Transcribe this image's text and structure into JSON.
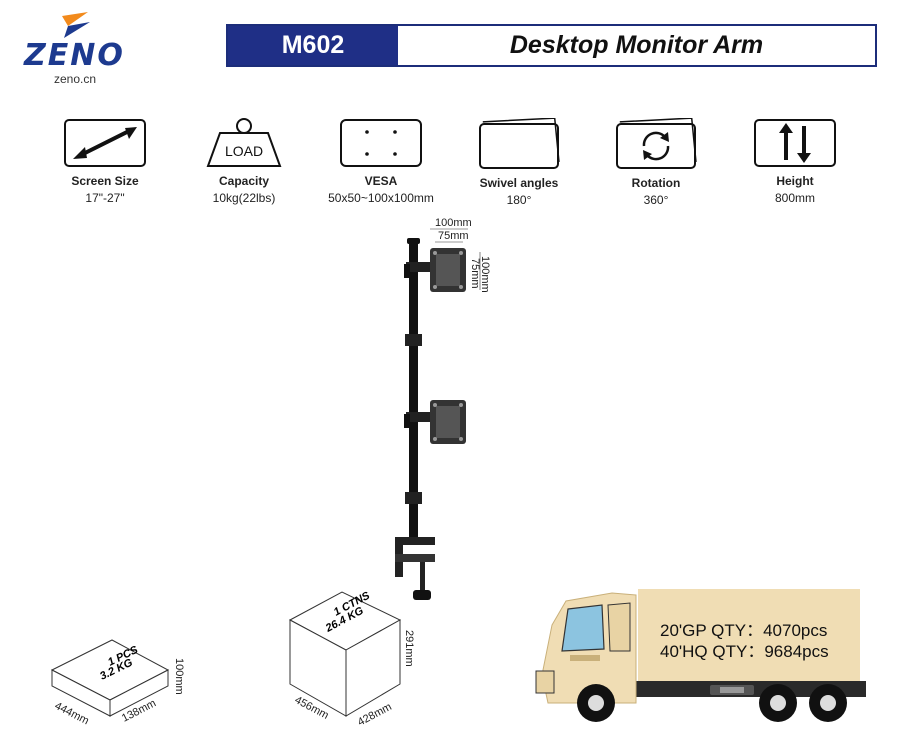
{
  "brand": {
    "name": "ZENO",
    "website": "zeno.cn",
    "colors": {
      "blue": "#1d3a8f",
      "orange": "#f28a1c"
    }
  },
  "header": {
    "model": "M602",
    "title": "Desktop Monitor Arm"
  },
  "specs": [
    {
      "icon": "screen-size-icon",
      "label": "Screen Size",
      "value": "17\"-27\""
    },
    {
      "icon": "load-weight-icon",
      "label": "Capacity",
      "value": "10kg(22lbs)",
      "icon_text": "LOAD"
    },
    {
      "icon": "vesa-icon",
      "label": "VESA",
      "value": "50x50~100x100mm"
    },
    {
      "icon": "swivel-icon",
      "label": "Swivel angles",
      "value": "180°"
    },
    {
      "icon": "rotation-icon",
      "label": "Rotation",
      "value": "360°"
    },
    {
      "icon": "height-arrows-icon",
      "label": "Height",
      "value": "800mm"
    }
  ],
  "product_image": {
    "vesa_dims": {
      "outer_w": "100mm",
      "inner_w": "75mm",
      "outer_h": "100mm",
      "inner_h": "75mm"
    }
  },
  "packaging": {
    "unit_box": {
      "label1": "1 PCS",
      "label2": "3.2 KG",
      "length": "444mm",
      "width": "138mm",
      "height": "100mm"
    },
    "carton": {
      "label1": "1 CTNS",
      "label2": "26.4 KG",
      "length": "456mm",
      "width": "428mm",
      "height": "291mm"
    }
  },
  "shipping": {
    "qty_20gp": "20'GP QTY：4070pcs",
    "qty_40hq": "40'HQ QTY：9684pcs",
    "truck_color": "#f0ddb4"
  }
}
